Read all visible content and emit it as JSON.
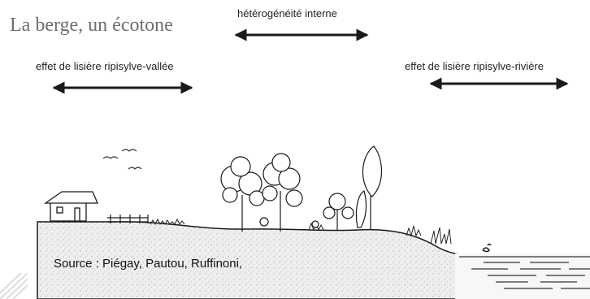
{
  "title": "La berge, un écotone",
  "labels": {
    "internal": "hétérogénéité interne",
    "valley": "effet de lisière ripisylve-vallée",
    "river": "effet de lisière ripisylve-rivière"
  },
  "source": "Source : Piégay, Pautou, Ruffinoni,",
  "colors": {
    "ink": "#1a1a1a",
    "title": "#6e6e6e",
    "ground_fill": "#ececec"
  }
}
